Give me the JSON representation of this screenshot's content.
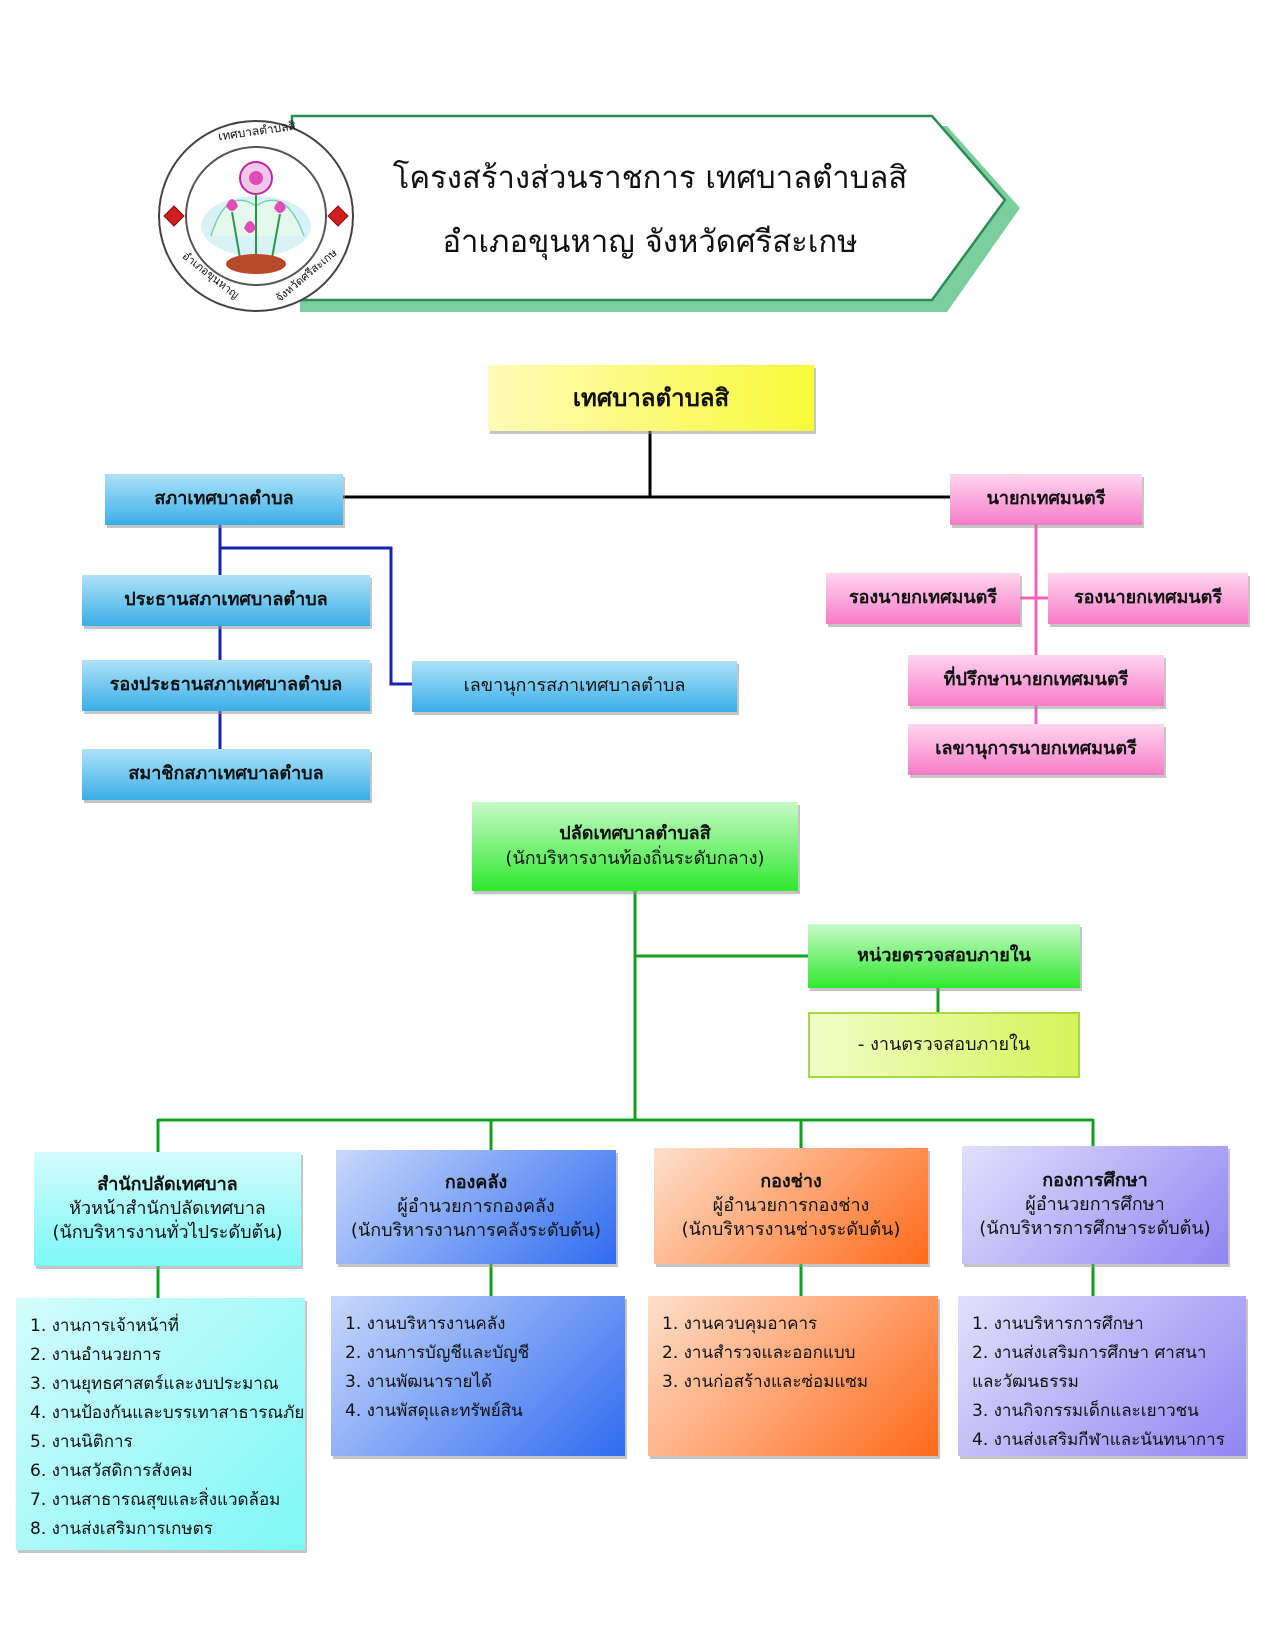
{
  "header": {
    "line1": "โครงสร้างส่วนราชการ เทศบาลตำบลสิ",
    "line2": "อำเภอขุนหาญ จังหวัดศรีสะเกษ",
    "seal": {
      "top_text": "เทศบาลตำบลสิ",
      "bottom_left": "อำเภอขุนหาญ",
      "bottom_right": "จังหวัดศรีสะเกษ"
    }
  },
  "top": {
    "label": "เทศบาลตำบลสิ"
  },
  "council": {
    "label": "สภาเทศบาลตำบล",
    "chair": "ประธานสภาเทศบาลตำบล",
    "vice_chair": "รองประธานสภาเทศบาลตำบล",
    "members": "สมาชิกสภาเทศบาลตำบล",
    "secretary": "เลขานุการสภาเทศบาลตำบล"
  },
  "mayor": {
    "label": "นายกเทศมนตรี",
    "deputy_left": "รองนายกเทศมนตรี",
    "deputy_right": "รองนายกเทศมนตรี",
    "advisor": "ที่ปรึกษานายกเทศมนตรี",
    "secretary": "เลขานุการนายกเทศมนตรี"
  },
  "clerk": {
    "title": "ปลัดเทศบาลตำบลสิ",
    "subtitle": "(นักบริหารงานท้องถิ่นระดับกลาง)"
  },
  "audit": {
    "title": "หน่วยตรวจสอบภายใน",
    "task": "-  งานตรวจสอบภายใน"
  },
  "departments": [
    {
      "title": "สำนักปลัดเทศบาล",
      "head": "หัวหน้าสำนักปลัดเทศบาล",
      "level": "(นักบริหารงานทั่วไประดับต้น)",
      "color": "#7ef8f6",
      "tasks": [
        "1. งานการเจ้าหน้าที่",
        "2. งานอำนวยการ",
        "3. งานยุทธศาสตร์และงบประมาณ",
        "4. งานป้องกันและบรรเทาสาธารณภัย",
        "5. งานนิติการ",
        "6. งานสวัสดิการสังคม",
        "7. งานสาธารณสุขและสิ่งแวดล้อม",
        "8. งานส่งเสริมการเกษตร"
      ]
    },
    {
      "title": "กองคลัง",
      "head": "ผู้อำนวยการกองคลัง",
      "level": "(นักบริหารงานการคลังระดับต้น)",
      "color": "#2f6cf0",
      "tasks": [
        "1. งานบริหารงานคลัง",
        "2. งานการบัญชีและบัญชี",
        "3. งานพัฒนารายได้",
        "4. งานพัสดุและทรัพย์สิน"
      ]
    },
    {
      "title": "กองช่าง",
      "head": "ผู้อำนวยการกองช่าง",
      "level": "(นักบริหารงานช่างระดับต้น)",
      "color": "#ff6a1a",
      "tasks": [
        "1. งานควบคุมอาคาร",
        "2. งานสำรวจและออกแบบ",
        "3. งานก่อสร้างและซ่อมแซม"
      ]
    },
    {
      "title": "กองการศึกษา",
      "head": "ผู้อำนวยการศึกษา",
      "level": "(นักบริหารการศึกษาระดับต้น)",
      "color": "#8f86f2",
      "tasks": [
        "1. งานบริหารการศึกษา",
        "2. งานส่งเสริมการศึกษา ศาสนา",
        "และวัฒนธรรม",
        "3. งานกิจกรรมเด็กและเยาวชน",
        "4. งานส่งเสริมกีฬาและนันทนาการ"
      ]
    }
  ]
}
